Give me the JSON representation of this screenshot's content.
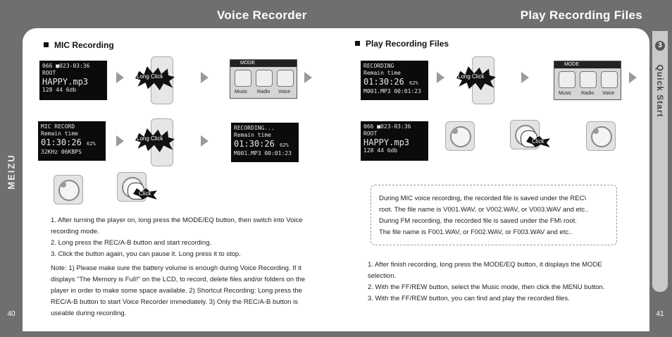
{
  "header": {
    "left_title": "Voice Recorder",
    "right_title": "Play Recording Files"
  },
  "side": {
    "quick_start_num": "3",
    "quick_start_label": "Quick Start",
    "brand": "MEIZU"
  },
  "pages": {
    "left": "40",
    "right": "41"
  },
  "left_section": {
    "heading": "MIC Recording",
    "lcd1": {
      "line1": "066 ■023-03:36",
      "line2": "ROOT",
      "line3": "HAPPY.mp3",
      "line4": "128 44 6db"
    },
    "lcd2": {
      "line1": "MIC RECORD",
      "line2": "Remain time",
      "time": "01:30:26",
      "pct": "62%",
      "line4": "32KHz 06KBPS"
    },
    "lcd3": {
      "line1": "RECORDING...",
      "line2": "Remain time",
      "time": "01:30:26",
      "pct": "62%",
      "file": "M001.MP3",
      "elapsed": "00:01:23"
    },
    "mode_lcd": {
      "title": "MODE",
      "items": [
        "Music",
        "Radio",
        "Voice"
      ]
    },
    "long_click": "Long Click",
    "click": "Click",
    "steps": [
      "1. After turning the player on, long press the MODE/EQ button, then switch into Voice recording mode.",
      "2. Long press the REC/A-B button and start recording.",
      "3. Click the button again, you can pause it. Long press it to stop."
    ],
    "note": "Note: 1) Please make sure the battery volume is enough during Voice Recording. If it displays \"The Memory is Full!\" on the LCD, to record, delete files and/or folders on the player in order to make some space available. 2) Shortcut Recording: Long press the REC/A-B button to start Voice Recorder immediately. 3) Only the REC/A-B button is useable during recording."
  },
  "right_section": {
    "heading": "Play Recording Files",
    "lcd_rec": {
      "line1": "RECORDING",
      "line2": "Remain time",
      "time": "01:30:26",
      "pct": "62%",
      "file": "M001.MP3",
      "elapsed": "00:01:23"
    },
    "lcd_home": {
      "line1": "066 ■023-03:36",
      "line2": "ROOT",
      "line3": "HAPPY.mp3",
      "line4": "128 44 6db"
    },
    "mode_lcd": {
      "title": "MODE",
      "items": [
        "Music",
        "Radio",
        "Voice"
      ]
    },
    "long_click": "Long Click",
    "click": "Click",
    "box_lines": [
      "During MIC voice recording, the recorded file is saved under the REC\\",
      "root. The file name is V001.WAV, or V002.WAV, or V003.WAV and etc..",
      "During FM recording, the recorded file is saved under the FM\\ root.",
      "The file name is F001.WAV, or F002.WAV, or F003.WAV and etc.."
    ],
    "steps": [
      "1. After finish recording, long press the MODE/EQ button, it displays the MODE selection.",
      "2. With the FF/REW button, select the Music mode, then click the MENU button.",
      "3. With the FF/REW button, you can find and play the recorded files."
    ]
  }
}
